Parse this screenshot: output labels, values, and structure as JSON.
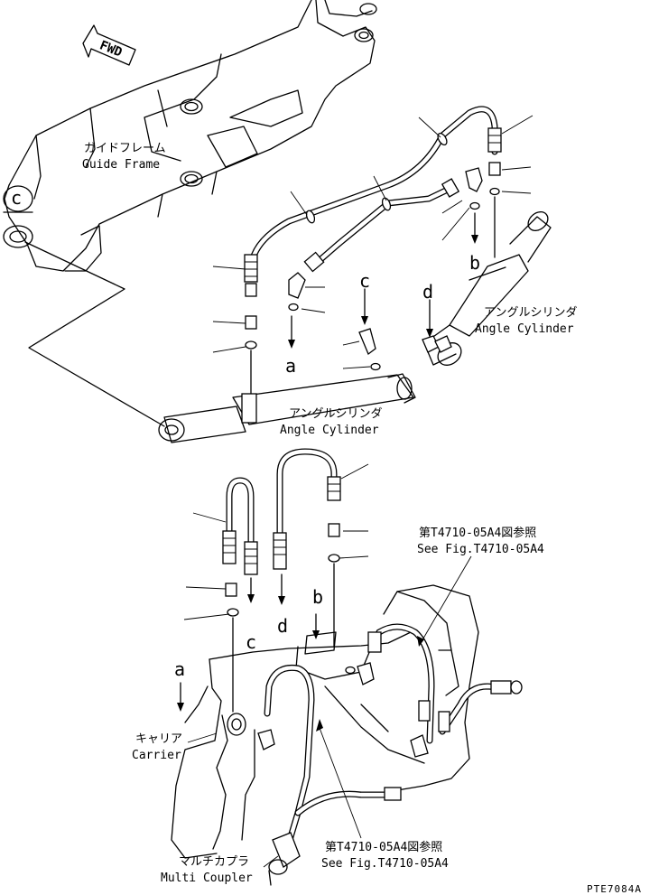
{
  "labels": {
    "fwd": "FWD",
    "guide_frame_jp": "ガイドフレーム",
    "guide_frame_en": "Guide Frame",
    "angle_cyl_right_jp": "アングルシリンダ",
    "angle_cyl_right_en": "Angle Cylinder",
    "angle_cyl_lower_jp": "アングルシリンダ",
    "angle_cyl_lower_en": "Angle Cylinder",
    "see_fig_top_jp": "第T4710-05A4図参照",
    "see_fig_top_en": "See Fig.T4710-05A4",
    "see_fig_bottom_jp": "第T4710-05A4図参照",
    "see_fig_bottom_en": "See Fig.T4710-05A4",
    "carrier_jp": "キャリア",
    "carrier_en": "Carrier",
    "multi_coupler_jp": "マルチカプラ",
    "multi_coupler_en": "Multi Coupler",
    "part_code": "PTE7084A"
  },
  "connection_letters": {
    "c_frame": "c",
    "c_upper": "c",
    "d_upper": "d",
    "b_upper": "b",
    "a_upper": "a",
    "d_lower": "d",
    "c_lower": "c",
    "b_lower": "b",
    "a_lower": "a"
  }
}
